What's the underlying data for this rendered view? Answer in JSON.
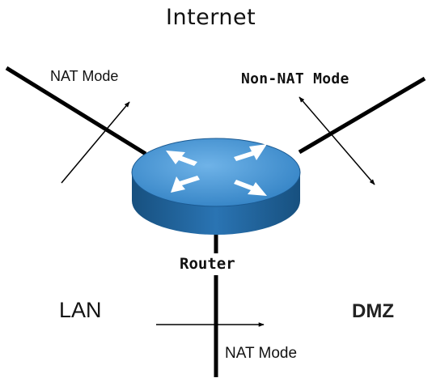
{
  "labels": {
    "internet": "Internet",
    "nat_mode_top": "NAT Mode",
    "non_nat_mode": "Non-NAT Mode",
    "router": "Router",
    "lan": "LAN",
    "dmz": "DMZ",
    "nat_mode_bottom": "NAT Mode"
  },
  "colors": {
    "router_top": "#3f8fcf",
    "router_side": "#1d5f9c",
    "router_arrows": "#ffffff",
    "lines": "#000000"
  },
  "icons": {
    "router": "router-icon"
  }
}
